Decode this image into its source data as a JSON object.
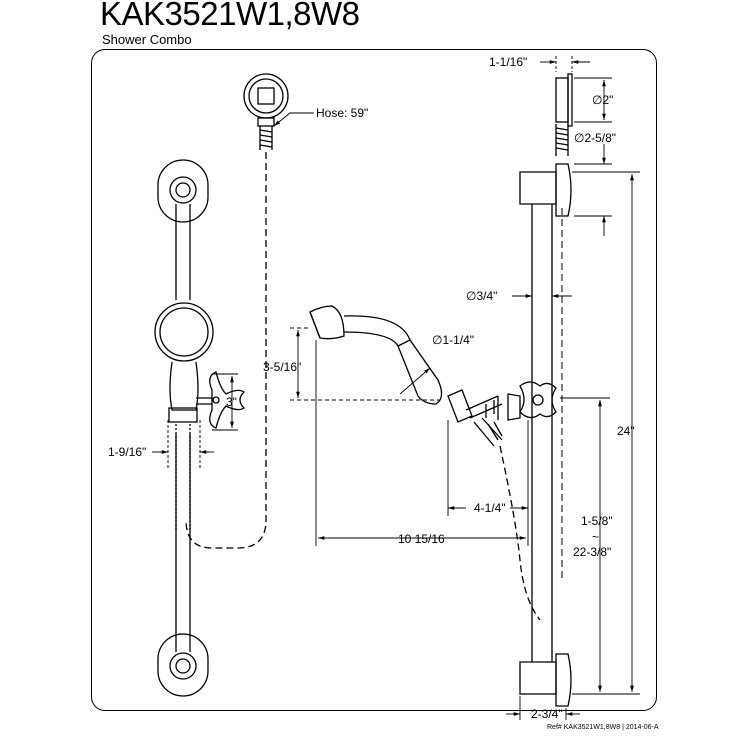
{
  "header": {
    "title": "KAK3521W1,8W8",
    "subtitle": "Shower Combo"
  },
  "dimensions": {
    "top_width": "1-1/16\"",
    "outlet_diameter": "∅2\"",
    "flange_diameter": "∅2-5/8\"",
    "hose_length": "Hose: 59\"",
    "bar_diameter": "∅3/4\"",
    "handle_diameter": "∅1-1/4\"",
    "head_height": "3-5/16\"",
    "holder_height": "3\"",
    "bar_spacing": "1-9/16\"",
    "total_height": "24\"",
    "holder_offset": "4-1/4\"",
    "reach": "10 15/16",
    "adjust_min": "1-5/8\"",
    "adjust_tilde": "~",
    "adjust_max": "22-3/8\"",
    "base_depth": "2-3/4\""
  },
  "footer": {
    "ref": "Ref# KAK3521W1,8W8 | 2014-06-A"
  }
}
